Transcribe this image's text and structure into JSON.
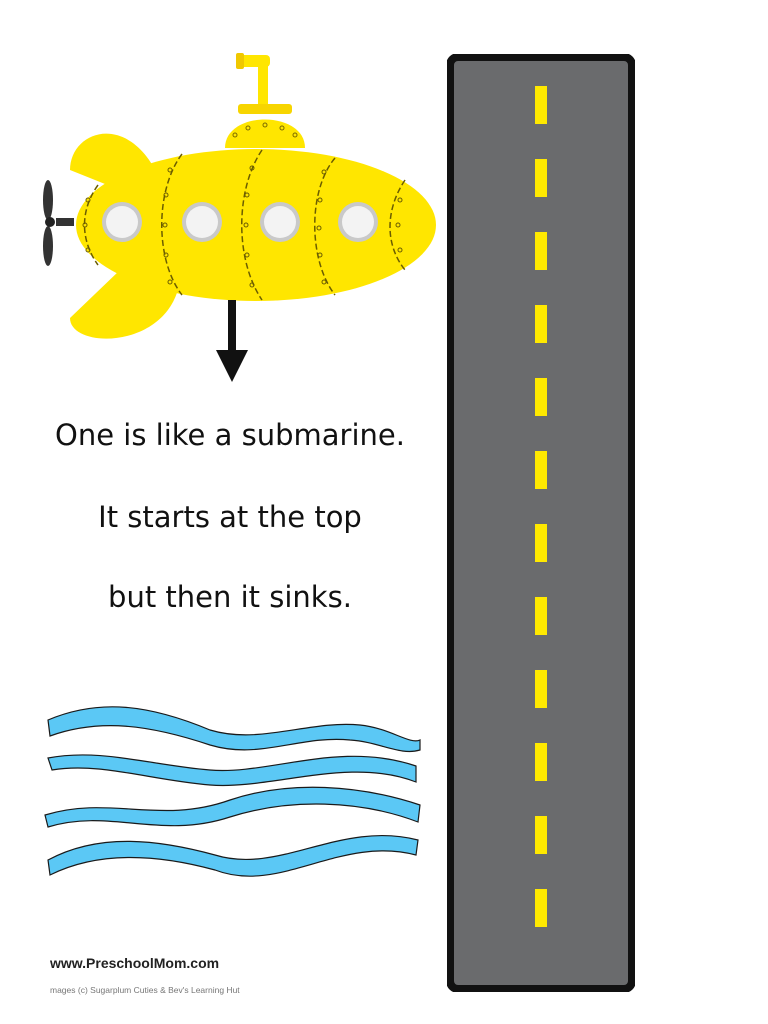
{
  "verse": {
    "line1": "One is like a submarine.",
    "line2": "It starts at the top",
    "line3": "but then it sinks."
  },
  "footer": {
    "website": "www.PreschoolMom.com",
    "credit": "mages (c) Sugarplum Cuties & Bev's Learning Hut"
  },
  "colors": {
    "submarine": "#ffe600",
    "submarine_dark": "#f7d500",
    "water": "#5bc8f5",
    "road": "#6a6b6d",
    "road_border": "#111111",
    "lane_marking": "#ffe900"
  }
}
